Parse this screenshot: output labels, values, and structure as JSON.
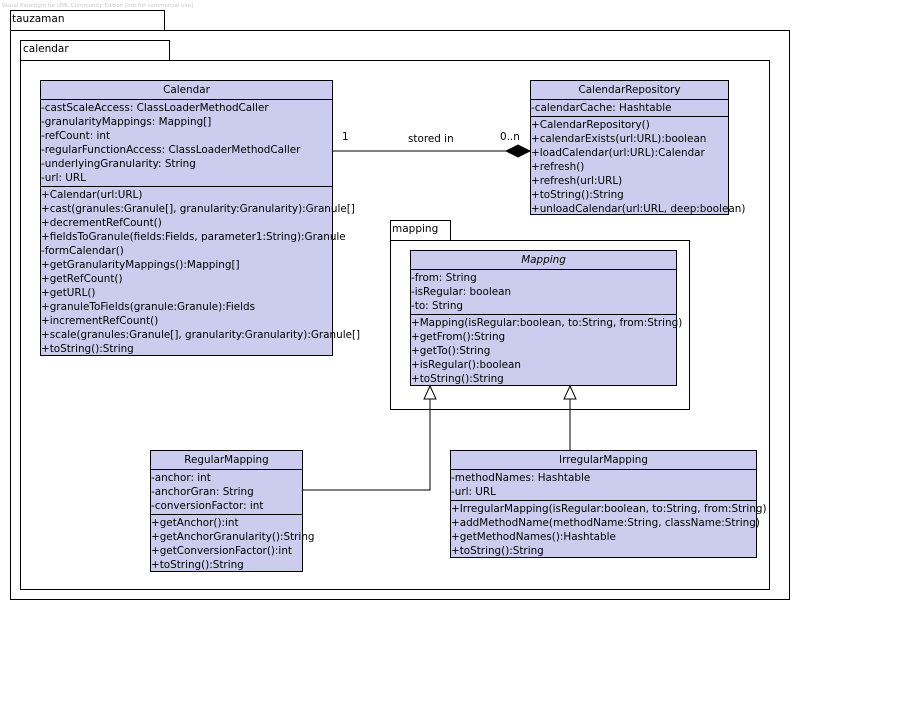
{
  "watermark": "Visual Paradigm for UML Community Edition [not for commercial use]",
  "colors": {
    "class_fill": "#ccccee",
    "line": "#000000",
    "background": "#ffffff"
  },
  "packages": {
    "outer": {
      "name": "tauzaman"
    },
    "inner": {
      "name": "calendar"
    },
    "mapping": {
      "name": "mapping"
    }
  },
  "classes": {
    "calendar": {
      "name": "Calendar",
      "attributes": [
        "-castScaleAccess: ClassLoaderMethodCaller",
        "-granularityMappings: Mapping[]",
        "-refCount: int",
        "-regularFunctionAccess: ClassLoaderMethodCaller",
        "-underlyingGranularity: String",
        "-url: URL"
      ],
      "operations": [
        "+Calendar(url:URL)",
        "+cast(granules:Granule[], granularity:Granularity):Granule[]",
        "+decrementRefCount()",
        "+fieldsToGranule(fields:Fields, parameter1:String):Granule",
        "-formCalendar()",
        "+getGranularityMappings():Mapping[]",
        "+getRefCount()",
        "+getURL()",
        "+granuleToFields(granule:Granule):Fields",
        "+incrementRefCount()",
        "+scale(granules:Granule[], granularity:Granularity):Granule[]",
        "+toString():String"
      ]
    },
    "calendar_repository": {
      "name": "CalendarRepository",
      "attributes": [
        "-calendarCache: Hashtable"
      ],
      "operations": [
        "+CalendarRepository()",
        "+calendarExists(url:URL):boolean",
        "+loadCalendar(url:URL):Calendar",
        "+refresh()",
        "+refresh(url:URL)",
        "+toString():String",
        "+unloadCalendar(url:URL, deep:boolean)"
      ]
    },
    "mapping": {
      "name": "Mapping",
      "abstract": true,
      "attributes": [
        "-from: String",
        "-isRegular: boolean",
        "-to: String"
      ],
      "operations": [
        "+Mapping(isRegular:boolean, to:String, from:String)",
        "+getFrom():String",
        "+getTo():String",
        "+isRegular():boolean",
        "+toString():String"
      ]
    },
    "regular_mapping": {
      "name": "RegularMapping",
      "attributes": [
        "-anchor: int",
        "-anchorGran: String",
        "-conversionFactor: int"
      ],
      "operations": [
        "+getAnchor():int",
        "+getAnchorGranularity():String",
        "+getConversionFactor():int",
        "+toString():String"
      ]
    },
    "irregular_mapping": {
      "name": "IrregularMapping",
      "attributes": [
        "-methodNames: Hashtable",
        "-url: URL"
      ],
      "operations": [
        "+IrregularMapping(isRegular:boolean, to:String, from:String)",
        "+addMethodName(methodName:String, className:String)",
        "+getMethodNames():Hashtable",
        "+toString():String"
      ]
    }
  },
  "relationships": {
    "stored_in": {
      "type": "composition",
      "label": "stored in",
      "source_multiplicity": "1",
      "target_multiplicity": "0..n",
      "from": "Calendar",
      "to": "CalendarRepository"
    },
    "regular_generalization": {
      "type": "generalization",
      "from": "RegularMapping",
      "to": "Mapping"
    },
    "irregular_generalization": {
      "type": "generalization",
      "from": "IrregularMapping",
      "to": "Mapping"
    }
  }
}
